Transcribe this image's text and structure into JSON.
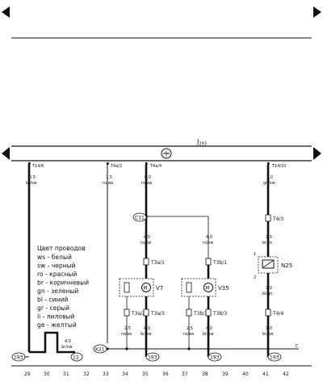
{
  "control_unit": {
    "name": "J",
    "subscript": "293"
  },
  "color_legend": {
    "title": "Цвет проводов",
    "entries": [
      "ws - белый",
      "sw - черный",
      "ro - красный",
      "br - коричневый",
      "gn - зеленый",
      "bl - синий",
      "gr - серый",
      "li - лиловый",
      "ge - желтый"
    ]
  },
  "top_pins": {
    "p1": "T14/6",
    "p2": "T4a/2",
    "p3": "T4a/4",
    "p4": "T14/10"
  },
  "top_wires": {
    "w1": "0,5",
    "w1c": "br/sw",
    "w2": "1,5",
    "w2c": "ro/ws",
    "w3": "6,0",
    "w3c": "ro/sw",
    "w4": "1,0",
    "w4c": "gn/sw"
  },
  "components": {
    "c11": "C11",
    "v7": "V7",
    "v35": "V35",
    "n25": "N25",
    "k21": "K21"
  },
  "connectors": {
    "t3a1": "T3a/1",
    "t3b1": "T3b/1",
    "t3a2": "T3a/2",
    "t3a3": "T3a/3",
    "t3b2": "T3b/2",
    "t3b3": "T3b/3",
    "t43": "T4/3",
    "t44": "T4/4"
  },
  "mid_wires": {
    "a": "4,0",
    "ac": "ro/sw",
    "b": "4,0",
    "bc": "ro/sw",
    "c": "1,0",
    "cc": "br/ro",
    "d": "1,0",
    "dc": "bl/gn",
    "n25_pin1": "1",
    "n25_pin2": "2"
  },
  "bottom_wires": {
    "e": "4,0",
    "ec": "br/sw",
    "f": "2,5",
    "fc": "ro/ws",
    "g": "4,0",
    "gc": "br/sw",
    "h": "2,5",
    "hc": "ro/ws",
    "i": "4,0",
    "ic": "br/sw",
    "j": "1,0",
    "jc": "br/sw"
  },
  "ground_points": [
    "193",
    "12",
    "193",
    "193",
    "193"
  ],
  "edge_mark": "C",
  "scale": [
    "29",
    "30",
    "31",
    "32",
    "33",
    "34",
    "35",
    "36",
    "37",
    "38",
    "39",
    "40",
    "41",
    "42"
  ]
}
